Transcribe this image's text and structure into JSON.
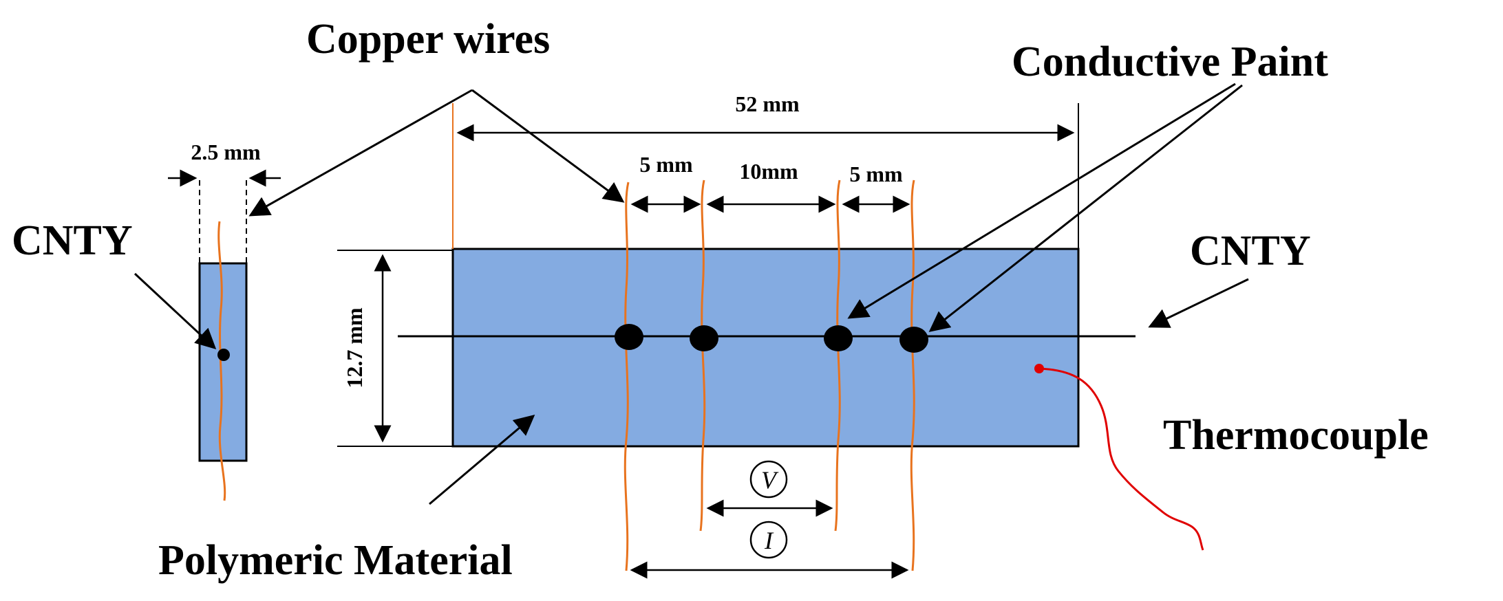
{
  "labels": {
    "copper_wires": "Copper wires",
    "conductive_paint": "Conductive Paint",
    "cnty_left": "CNTY",
    "cnty_right": "CNTY",
    "polymeric_material": "Polymeric Material",
    "thermocouple": "Thermocouple"
  },
  "dimensions": {
    "side_width": "2.5 mm",
    "overall_length": "52 mm",
    "gap_1": "5 mm",
    "gap_2": "10mm",
    "gap_3": "5 mm",
    "height": "12.7 mm"
  },
  "symbols": {
    "voltage": "V",
    "current": "I"
  },
  "colors": {
    "specimen_fill": "#84abe1",
    "outline": "#000000",
    "copper_wire": "#e8731e",
    "thermocouple": "#e00000"
  }
}
